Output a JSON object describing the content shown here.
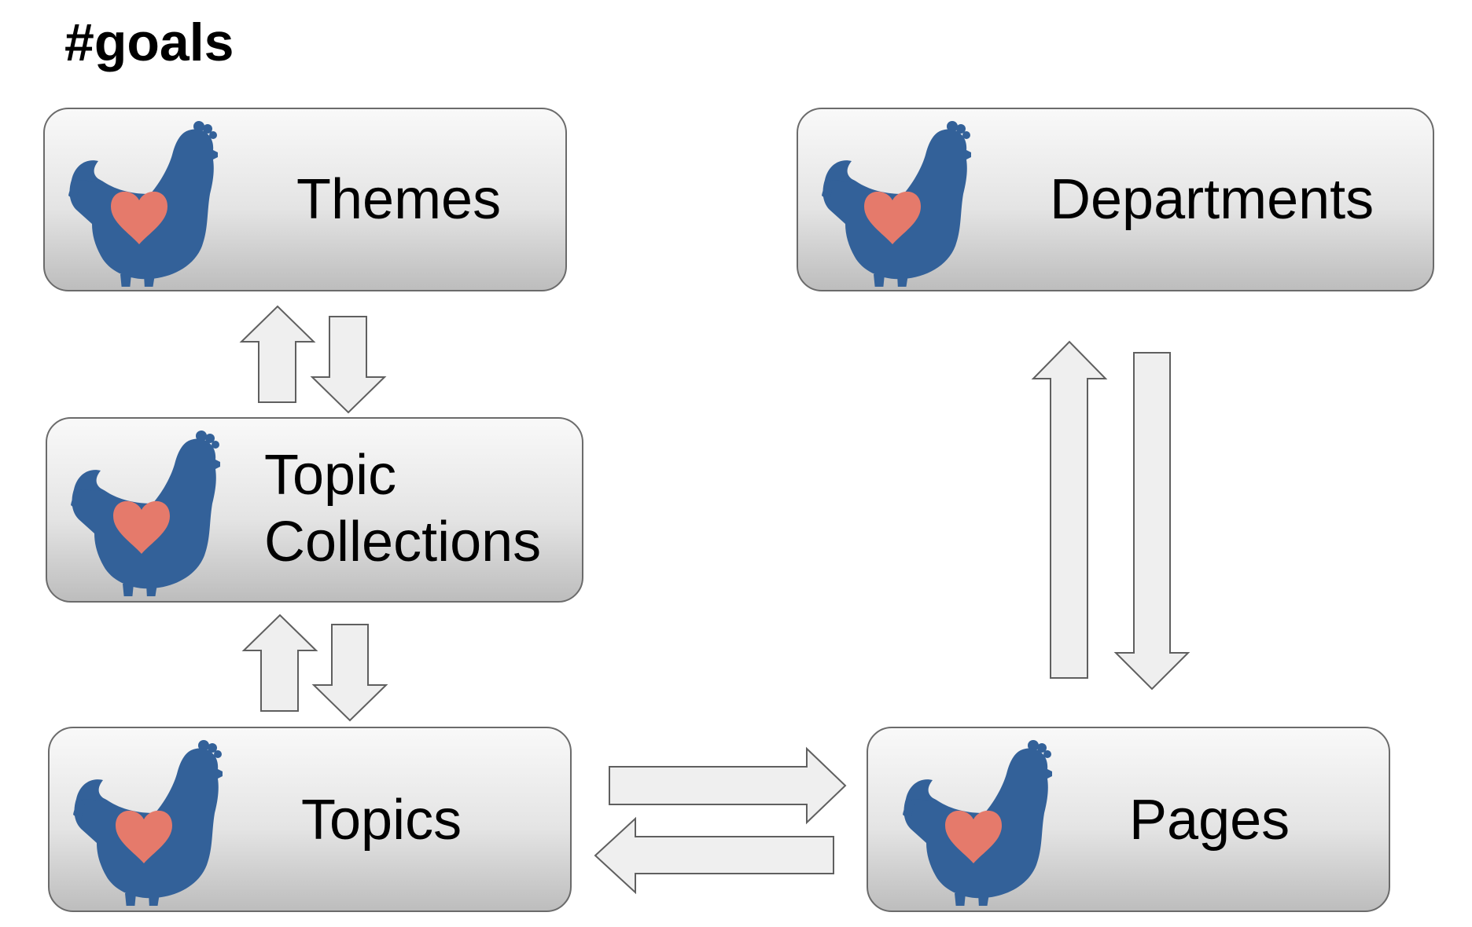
{
  "title": "#goals",
  "nodes": {
    "themes": {
      "label": "Themes"
    },
    "topic_collections": {
      "label_line1": "Topic",
      "label_line2": "Collections"
    },
    "topics": {
      "label": "Topics"
    },
    "departments": {
      "label": "Departments"
    },
    "pages": {
      "label": "Pages"
    }
  },
  "icon": "chicken-heart-icon",
  "colors": {
    "hen": "#336199",
    "heart": "#e57a6b",
    "arrow_fill": "#efefef",
    "arrow_stroke": "#5f5f5f"
  }
}
